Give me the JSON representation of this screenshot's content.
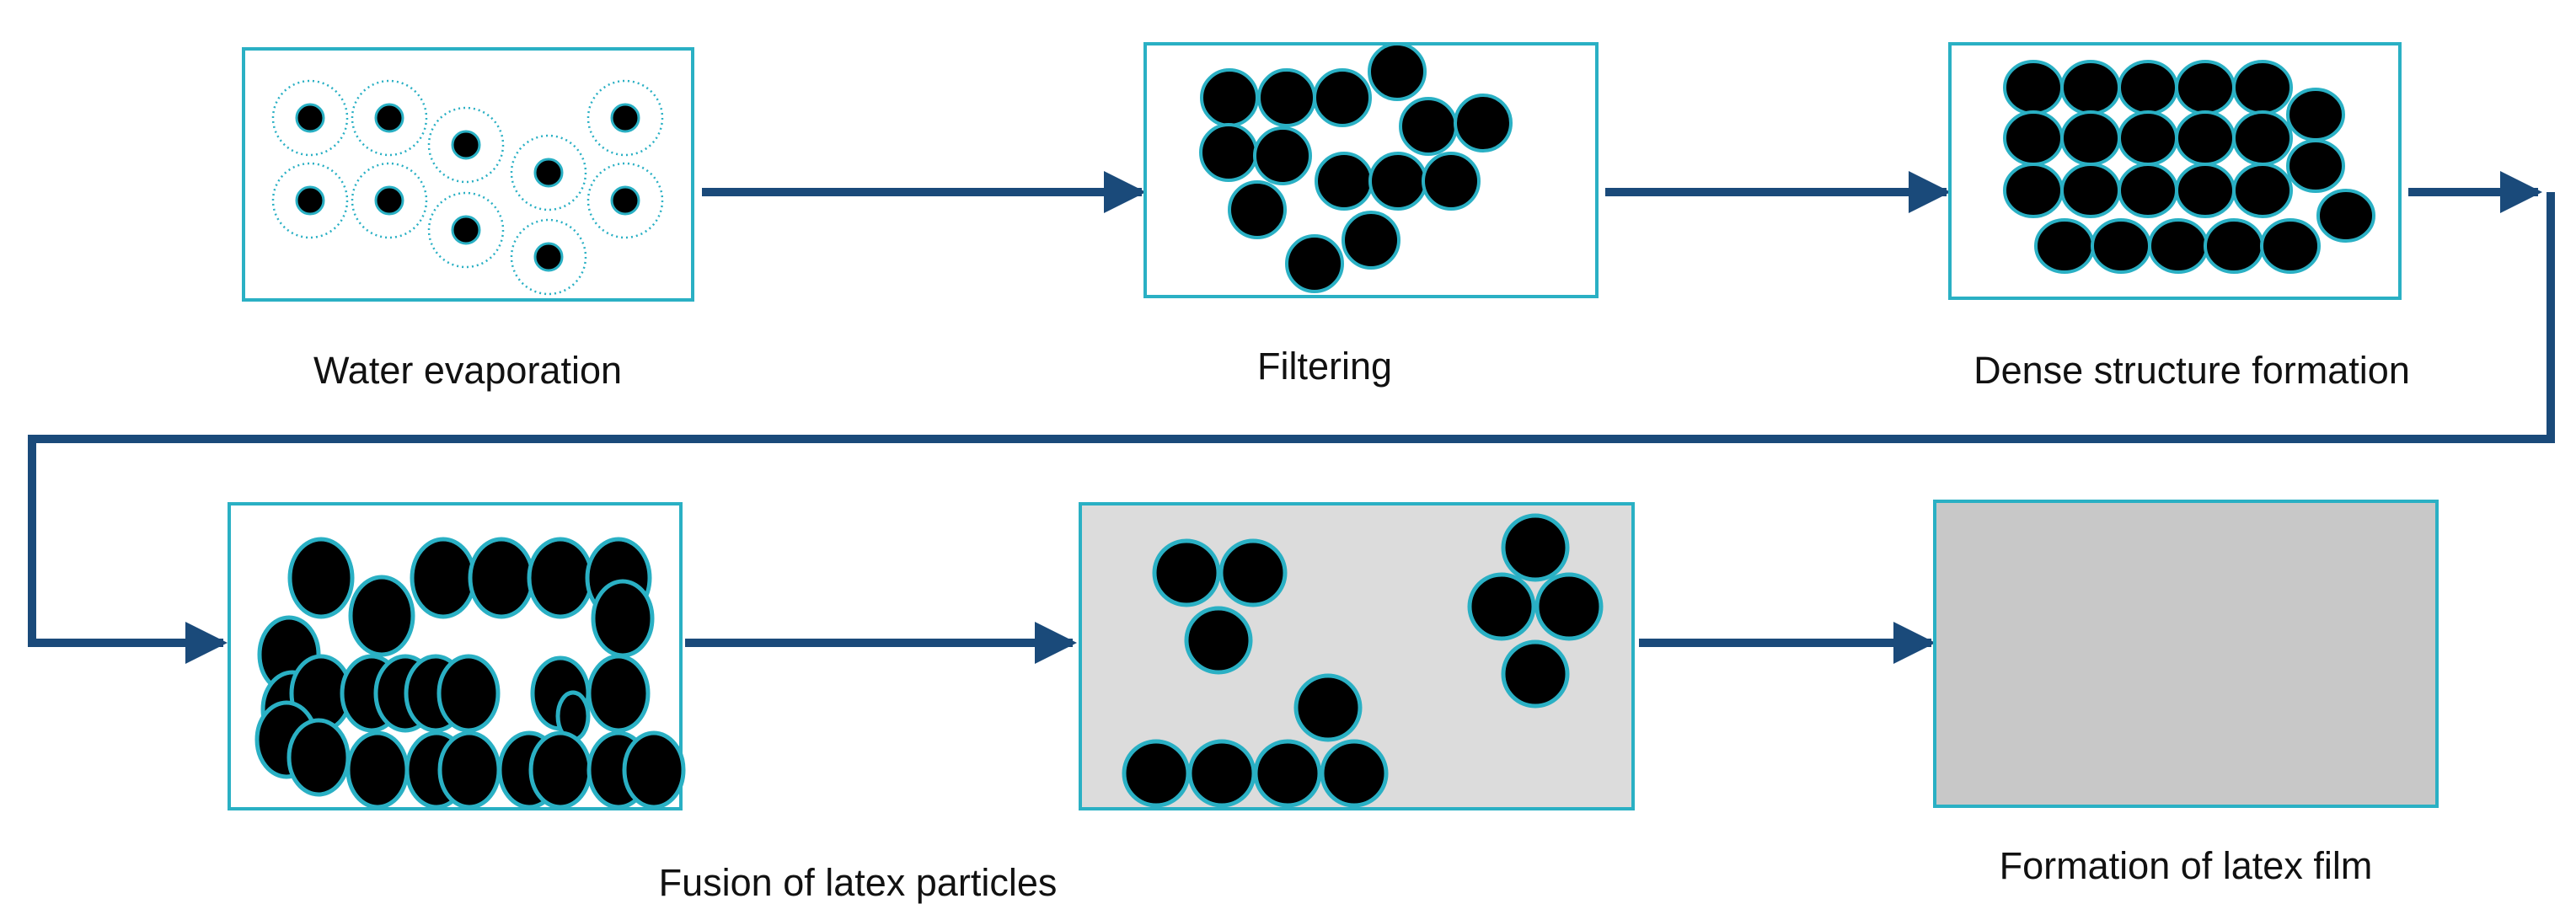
{
  "colors": {
    "frame": "#2ab0c4",
    "arrow": "#1a4a7a",
    "particle": "#000000",
    "particle_outline": "#2ab0c4",
    "water_ring": "#2ab0c4",
    "fusion_background": "#dcdcdc",
    "film_fill": "#c8c8c8"
  },
  "stages": [
    {
      "id": "water-evaporation",
      "label": "Water evaporation"
    },
    {
      "id": "filtering",
      "label": "Filtering"
    },
    {
      "id": "dense-structure",
      "label": "Dense structure formation"
    },
    {
      "id": "fusion",
      "label": "Fusion of latex particles"
    },
    {
      "id": "partial-fusion",
      "label": ""
    },
    {
      "id": "latex-film",
      "label": "Formation of latex film"
    }
  ]
}
